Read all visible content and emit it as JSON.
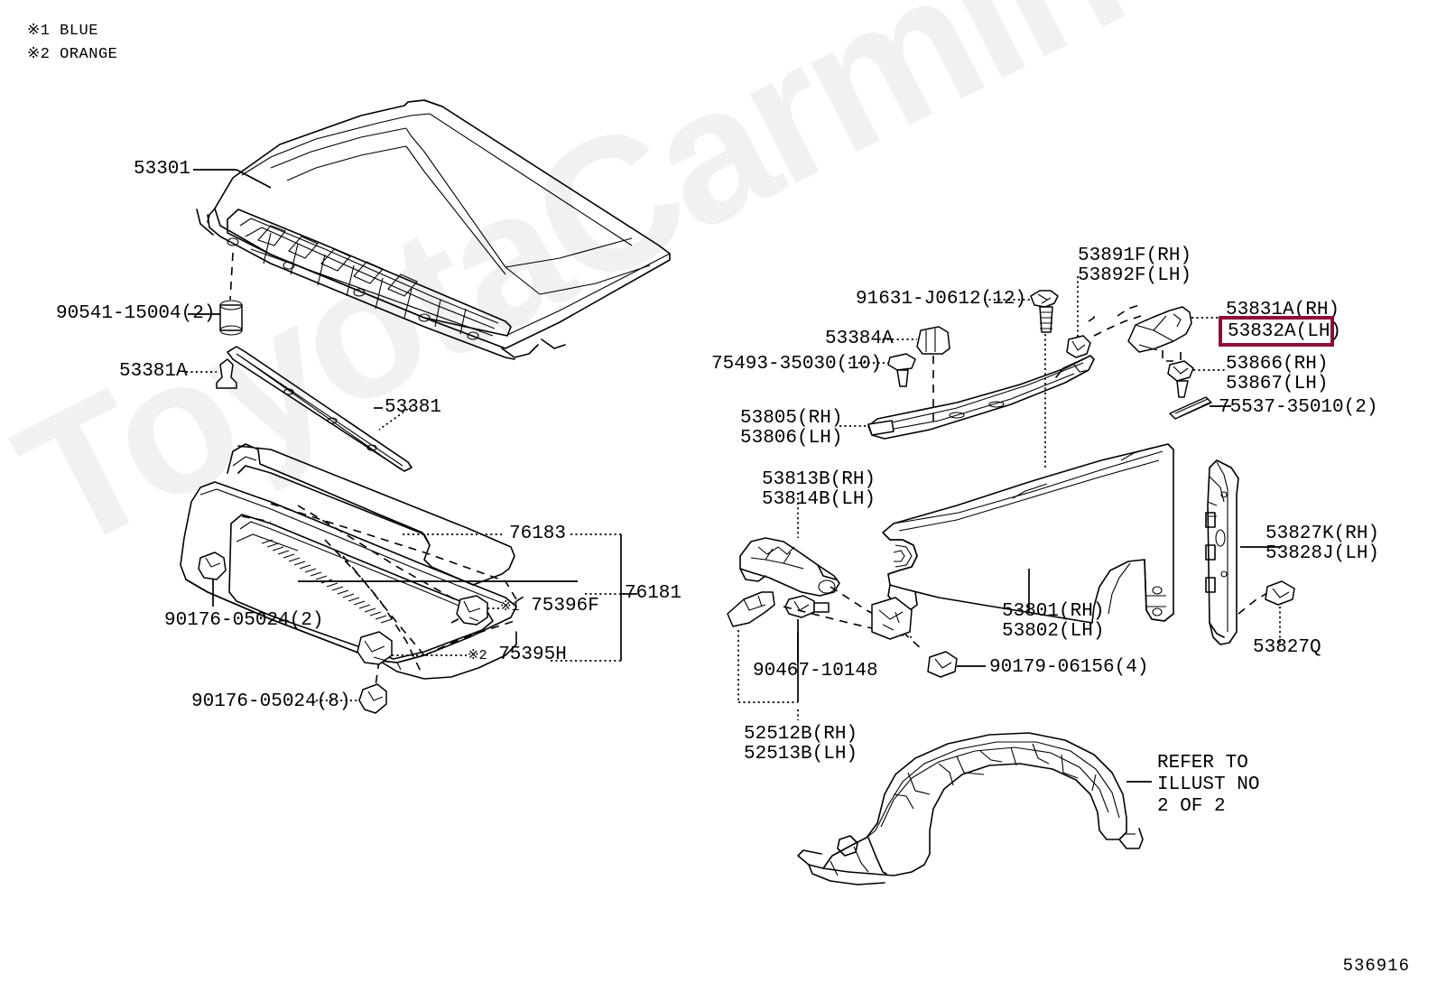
{
  "diagram": {
    "illustration_no": "536916",
    "watermark": "ToyotaCarmine.ru",
    "refer_note": [
      "REFER TO",
      "ILLUST NO",
      "2 OF 2"
    ],
    "highlight_color": "#8d0b35"
  },
  "notes": [
    {
      "marker": "※1",
      "text": "BLUE"
    },
    {
      "marker": "※2",
      "text": "ORANGE"
    }
  ],
  "left_panel": {
    "hood": "53301",
    "hood_bumper": "90541-15004(2)",
    "seal_clip": "53381A",
    "seal": "53381",
    "grille_upper": "76183",
    "grille_assy": "76181",
    "clip_blue": "75396F",
    "clip_blue_marker": "※1",
    "clip_orange": "75395H",
    "clip_orange_marker": "※2",
    "clip_2": "90176-05024(2)",
    "clip_8": "90176-05024(8)"
  },
  "right_panel": {
    "bolt": "91631-J0612(12)",
    "retainer": "53384A",
    "clip_10": "75493-35030(10)",
    "seal_rh": "53805(RH)",
    "seal_lh": "53806(LH)",
    "bracket_rh": "53813B(RH)",
    "bracket_lh": "53814B(LH)",
    "pad_rh": "53891F(RH)",
    "pad_lh": "53892F(LH)",
    "mud_rh": "53831A(RH)",
    "mud_lh": "53832A(LH)",
    "clip_rh": "53866(RH)",
    "clip_lh": "53867(LH)",
    "screw": "75537-35010(2)",
    "fender_rh": "53801(RH)",
    "fender_lh": "53802(LH)",
    "nut": "90179-06156(4)",
    "bolt_small": "90467-10148",
    "bracket2_rh": "52512B(RH)",
    "bracket2_lh": "52513B(LH)",
    "apron_rh": "53827K(RH)",
    "apron_lh": "53828J(LH)",
    "apron_clip": "53827Q"
  }
}
